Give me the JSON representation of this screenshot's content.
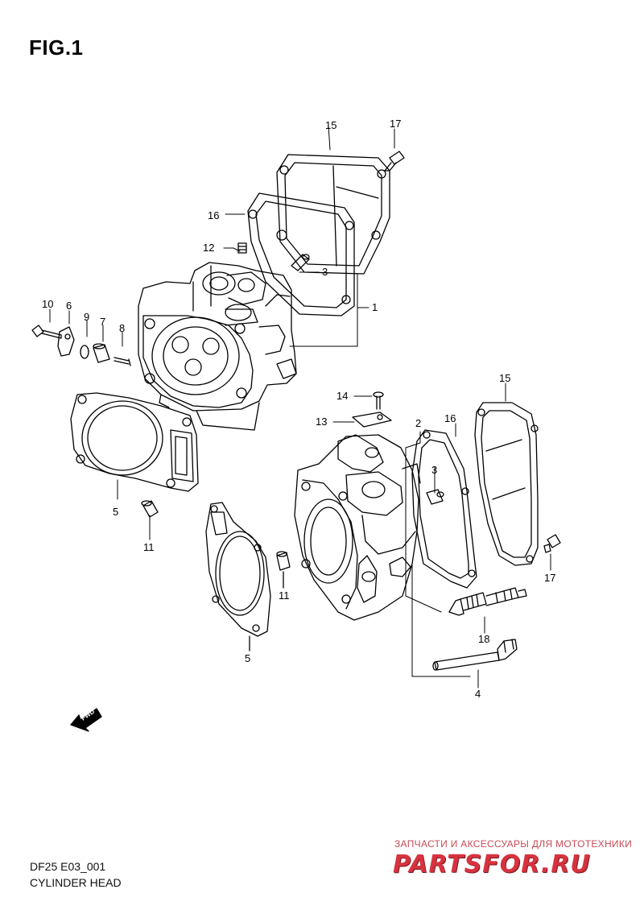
{
  "figure": {
    "title": "FIG.1",
    "code": "DF25 E03_001",
    "name": "CYLINDER HEAD",
    "fwd_label": "FWD"
  },
  "callouts": {
    "c1": "1",
    "c2": "2",
    "c3a": "3",
    "c3b": "3",
    "c4": "4",
    "c5a": "5",
    "c5b": "5",
    "c6": "6",
    "c7": "7",
    "c8": "8",
    "c9": "9",
    "c10": "10",
    "c11a": "11",
    "c11b": "11",
    "c12": "12",
    "c13": "13",
    "c14": "14",
    "c15a": "15",
    "c15b": "15",
    "c16a": "16",
    "c16b": "16",
    "c17a": "17",
    "c17b": "17",
    "c18": "18"
  },
  "watermark": {
    "tagline": "ЗАПЧАСТИ И АКСЕССУАРЫ ДЛЯ МОТОТЕХНИКИ",
    "brand": "PARTSFOR.RU"
  }
}
